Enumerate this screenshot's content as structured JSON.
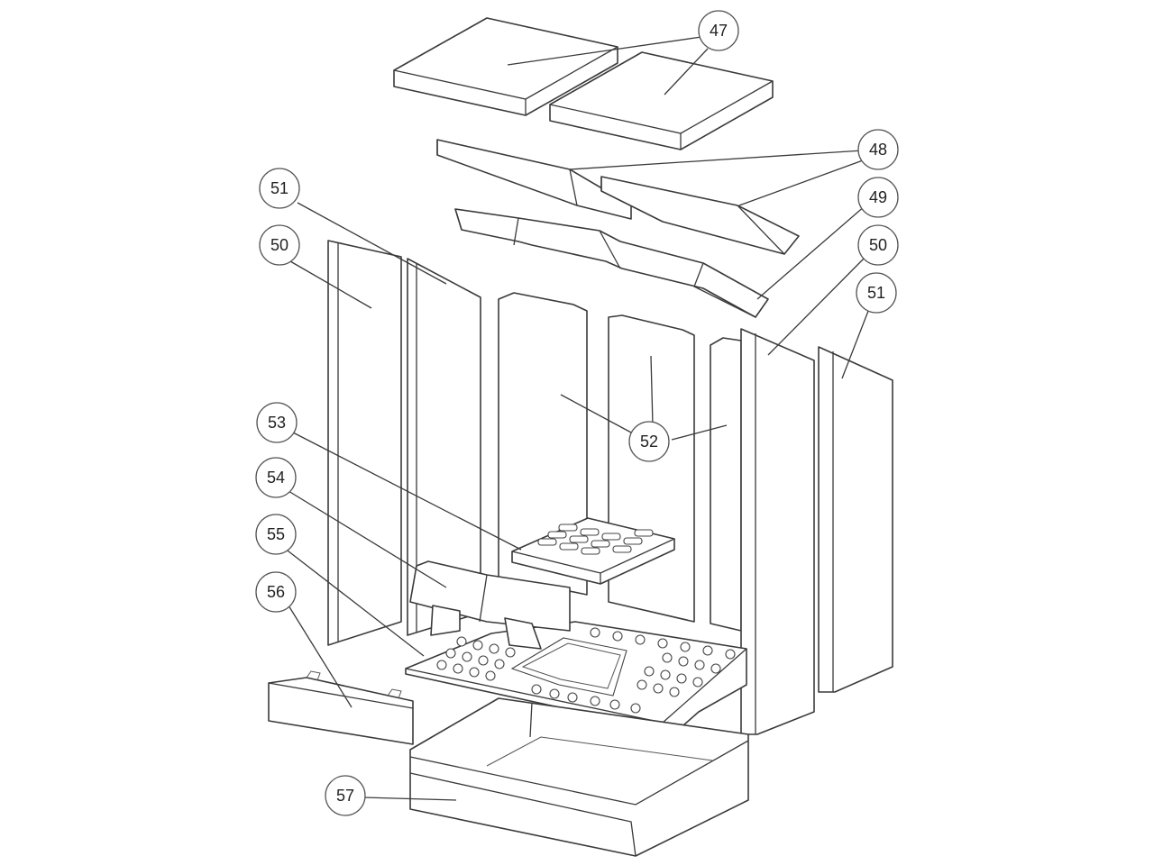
{
  "callouts": [
    {
      "id": "c47",
      "label": "47"
    },
    {
      "id": "c48",
      "label": "48"
    },
    {
      "id": "c49",
      "label": "49"
    },
    {
      "id": "c50r",
      "label": "50"
    },
    {
      "id": "c51r",
      "label": "51"
    },
    {
      "id": "c51l",
      "label": "51"
    },
    {
      "id": "c50l",
      "label": "50"
    },
    {
      "id": "c52",
      "label": "52"
    },
    {
      "id": "c53",
      "label": "53"
    },
    {
      "id": "c54",
      "label": "54"
    },
    {
      "id": "c55",
      "label": "55"
    },
    {
      "id": "c56",
      "label": "56"
    },
    {
      "id": "c57",
      "label": "57"
    }
  ]
}
